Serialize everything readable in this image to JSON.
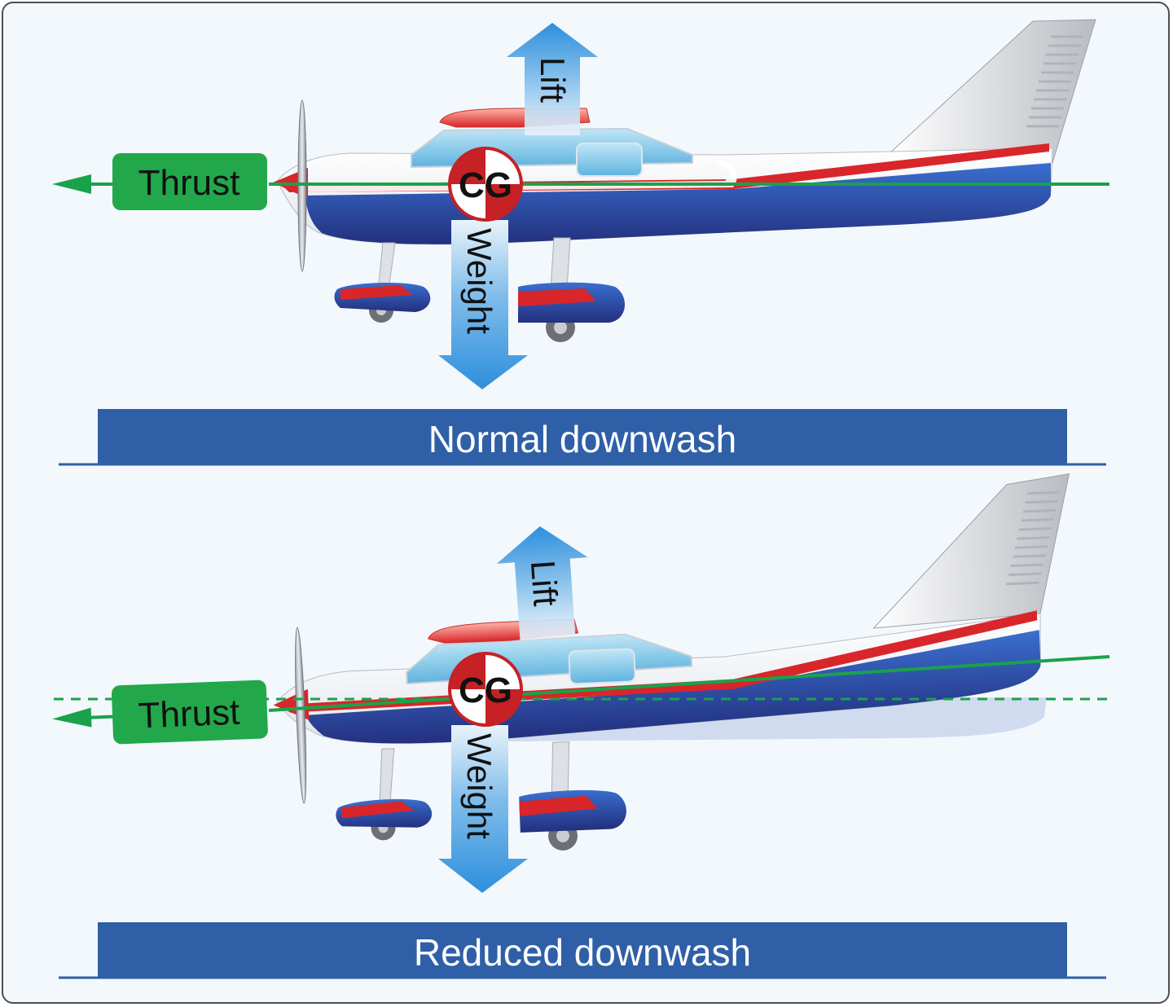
{
  "panels": [
    {
      "thrust_label": "Thrust",
      "lift_label": "Lift",
      "weight_label": "Weight",
      "cg_label": "CG",
      "caption": "Normal downwash"
    },
    {
      "thrust_label": "Thrust",
      "lift_label": "Lift",
      "weight_label": "Weight",
      "cg_label": "CG",
      "caption": "Reduced downwash"
    }
  ],
  "colors": {
    "background": "#f3f8fc",
    "caption_bar": "#2f5fa7",
    "thrust_box": "#22a84a",
    "arrow_blue": "#2e8fdc",
    "fuselage_blue": "#2a54b6",
    "stripe_red": "#d8262a",
    "thrust_line": "#1aa24a"
  }
}
